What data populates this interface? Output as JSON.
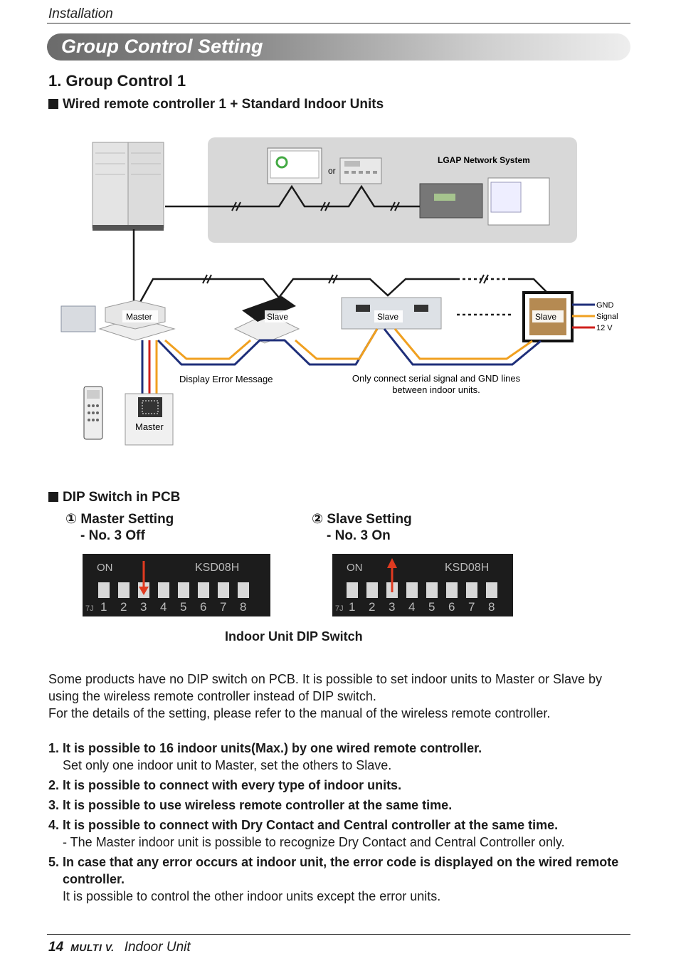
{
  "header": {
    "section": "Installation"
  },
  "banner": {
    "title": "Group Control Setting"
  },
  "heading": "1. Group Control 1",
  "subheading": "Wired remote controller 1 + Standard Indoor Units",
  "diagram": {
    "or_label": "or",
    "network_label": "LGAP Network System",
    "master_label": "Master",
    "slave_label": "Slave",
    "wire_gnd": "GND",
    "wire_signal": "Signal",
    "wire_12v": "12 V",
    "display_error": "Display Error Message",
    "serial_note_line1": "Only connect serial signal and GND lines",
    "serial_note_line2": "between indoor units.",
    "colors": {
      "gnd": "#1f2f7a",
      "signal": "#f0a020",
      "v12": "#d0201c",
      "bus": "#1a1a1a"
    }
  },
  "dip": {
    "heading": "DIP Switch in PCB",
    "master_title": "① Master Setting",
    "master_sub": "- No. 3 Off",
    "slave_title": "② Slave Setting",
    "slave_sub": "- No. 3 On",
    "on_label": "ON",
    "model": "KSD08H",
    "numbers": [
      "1",
      "2",
      "3",
      "4",
      "5",
      "6",
      "7",
      "8"
    ],
    "corner": "7J",
    "caption": "Indoor Unit DIP Switch"
  },
  "paragraph": {
    "line1": "Some products have no DIP switch on PCB. It is possible to set indoor units to Master or Slave by",
    "line2": "using the wireless remote controller instead of DIP switch.",
    "line3": "For the details of the setting, please refer to the manual of the wireless remote controller."
  },
  "list": {
    "i1": "1. It is possible to 16 indoor units(Max.) by one wired remote controller.",
    "i1_sub": "Set only one indoor unit to Master, set the others to Slave.",
    "i2": "2. It is possible to connect with every type of indoor units.",
    "i3": "3. It is possible to use wireless remote controller at the same time.",
    "i4": "4. It is possible to connect with Dry Contact and Central controller at the same time.",
    "i4_sub": "- The Master indoor unit is possible to recognize Dry Contact and Central Controller only.",
    "i5a": "5. In case that any error occurs at indoor unit, the error code is displayed on the wired remote",
    "i5b": "controller.",
    "i5_sub": "It is possible to control the other indoor units except the error units."
  },
  "footer": {
    "page": "14",
    "brand": "MULTI V.",
    "title": "Indoor Unit"
  }
}
